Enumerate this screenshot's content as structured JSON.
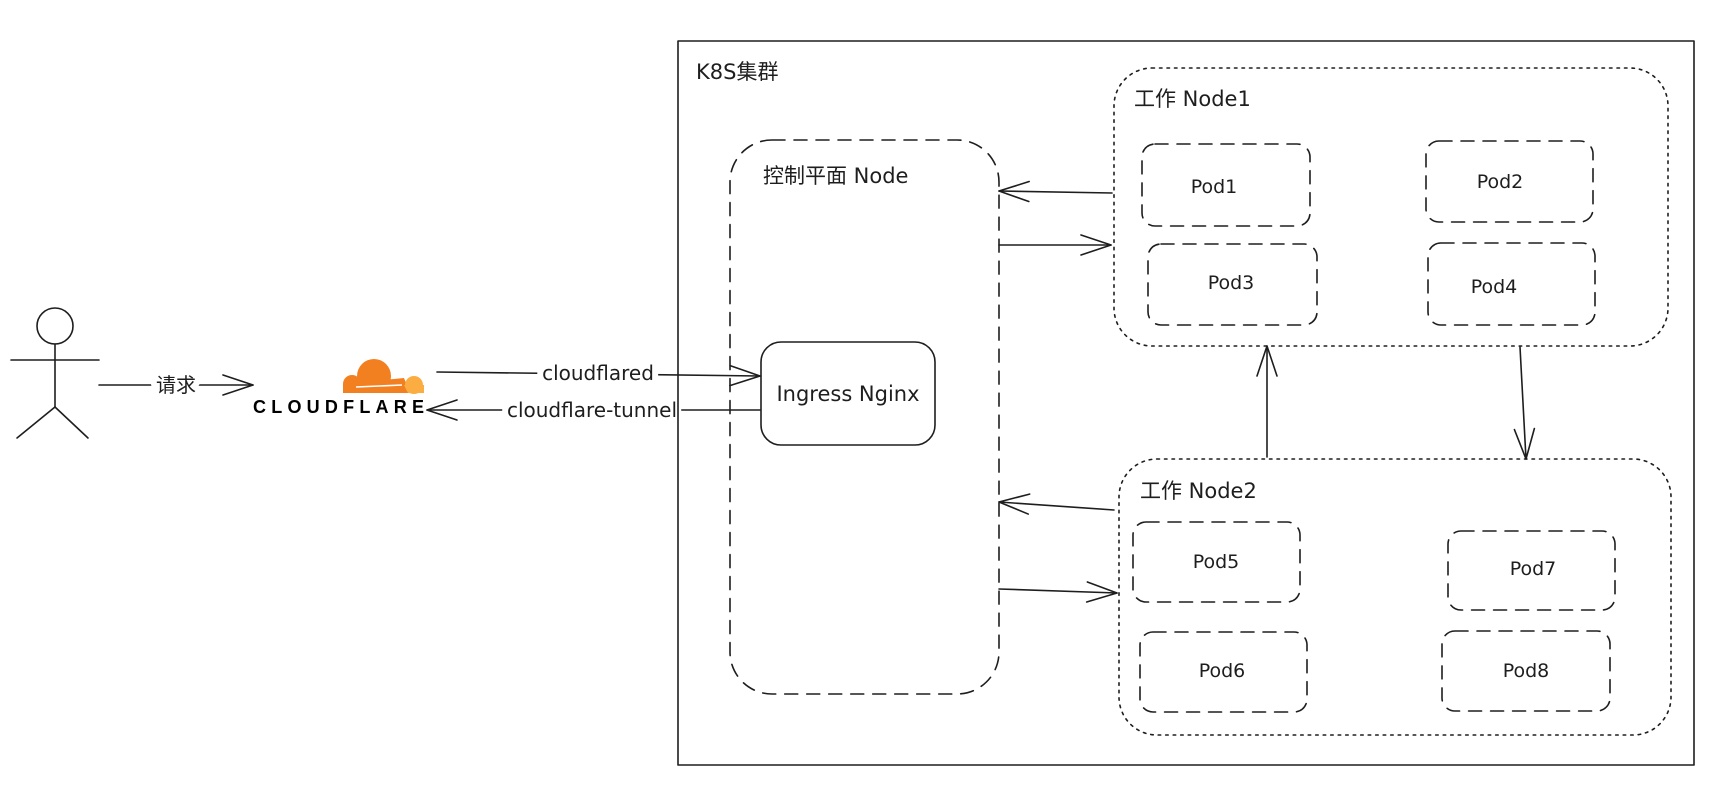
{
  "diagram": {
    "request_label": "请求",
    "logo": {
      "wordmark": "CLOUDFLARE"
    },
    "edges": {
      "cloudflared": "cloudflared",
      "cloudflare_tunnel": "cloudflare-tunnel"
    },
    "cluster": {
      "title": "K8S集群",
      "control_plane": {
        "title": "控制平面 Node",
        "ingress": "Ingress Nginx"
      },
      "worker_node_1": {
        "title": "工作 Node1",
        "pods": [
          "Pod1",
          "Pod2",
          "Pod3",
          "Pod4"
        ]
      },
      "worker_node_2": {
        "title": "工作 Node2",
        "pods": [
          "Pod5",
          "Pod6",
          "Pod7",
          "Pod8"
        ]
      }
    }
  },
  "icons": {
    "actor": "stick-figure-icon",
    "logo": "cloudflare-cloud-icon",
    "arrowhead": "open-arrowhead-icon"
  },
  "colors": {
    "stroke": "#1e1e1e",
    "background": "#ffffff",
    "cloudflare_orange": "#f38020",
    "cloudflare_light_orange": "#fbad41"
  }
}
